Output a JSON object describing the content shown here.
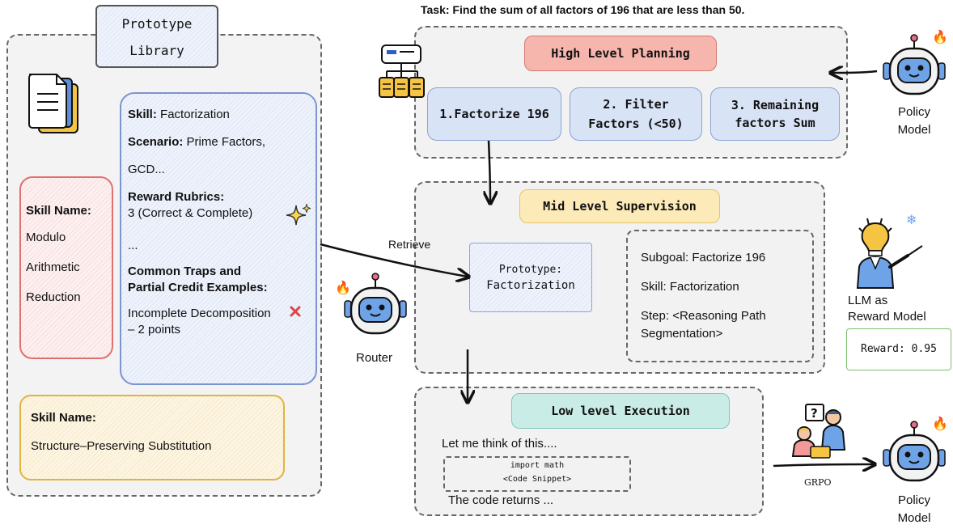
{
  "task": "Task: Find the sum of all factors of 196 that are less than 50.",
  "library": {
    "title_line1": "Prototype",
    "title_line2": "Library",
    "skill_card": {
      "skill_label": "Skill:",
      "skill_value": "Factorization",
      "scenario_label": "Scenario:",
      "scenario_value": "Prime Factors,",
      "scenario_cont": "GCD...",
      "rubrics_label": "Reward Rubrics:",
      "rubrics_value": "3 (Correct & Complete)",
      "ellipsis": "...",
      "traps_line1": "Common Traps and",
      "traps_line2": "Partial Credit Examples:",
      "example_line1": "Incomplete Decomposition",
      "example_line2": "– 2 points"
    },
    "red_card": {
      "label": "Skill Name:",
      "items": [
        "Modulo",
        "Arithmetic",
        "Reduction"
      ]
    },
    "yellow_card": {
      "label": "Skill Name:",
      "value": "Structure–Preserving Substitution"
    }
  },
  "high_level": {
    "title": "High Level Planning",
    "steps": [
      "1.Factorize 196",
      "2. Filter Factors (<50)",
      "3. Remaining factors Sum"
    ],
    "steps_lines": [
      [
        "1.Factorize 196"
      ],
      [
        "2. Filter",
        "Factors (<50)"
      ],
      [
        "3. Remaining",
        "factors Sum"
      ]
    ]
  },
  "mid_level": {
    "title": "Mid Level Supervision",
    "prototype_line1": "Prototype:",
    "prototype_line2": "Factorization",
    "subgoal": "Subgoal: Factorize 196",
    "skill": "Skill: Factorization",
    "step_line1": "Step: <Reasoning Path",
    "step_line2": "Segmentation>"
  },
  "low_level": {
    "title": "Low level Execution",
    "think": "Let me think of this....",
    "code_line1": "import math",
    "code_line2": "<Code Snippet>",
    "returns": "The code returns ..."
  },
  "router": {
    "retrieve_label": "Retrieve",
    "name": "Router"
  },
  "policy_top": {
    "line1": "Policy",
    "line2": "Model"
  },
  "policy_bottom": {
    "line1": "Policy",
    "line2": "Model"
  },
  "reward_model": {
    "line1": "LLM as",
    "line2": "Reward Model",
    "reward": "Reward: 0.95"
  },
  "grpo_label": "GRPO",
  "colors": {
    "high_title_bg": "#f6b5ad",
    "step_bg": "#d8e3f6",
    "mid_title_bg": "#fcebb8",
    "low_title_bg": "#c9ece6",
    "reward_border": "#7bbf6a",
    "skill_card_border": "#7b95d1",
    "red_card_border": "#e07070",
    "yellow_card_border": "#e0b440"
  }
}
